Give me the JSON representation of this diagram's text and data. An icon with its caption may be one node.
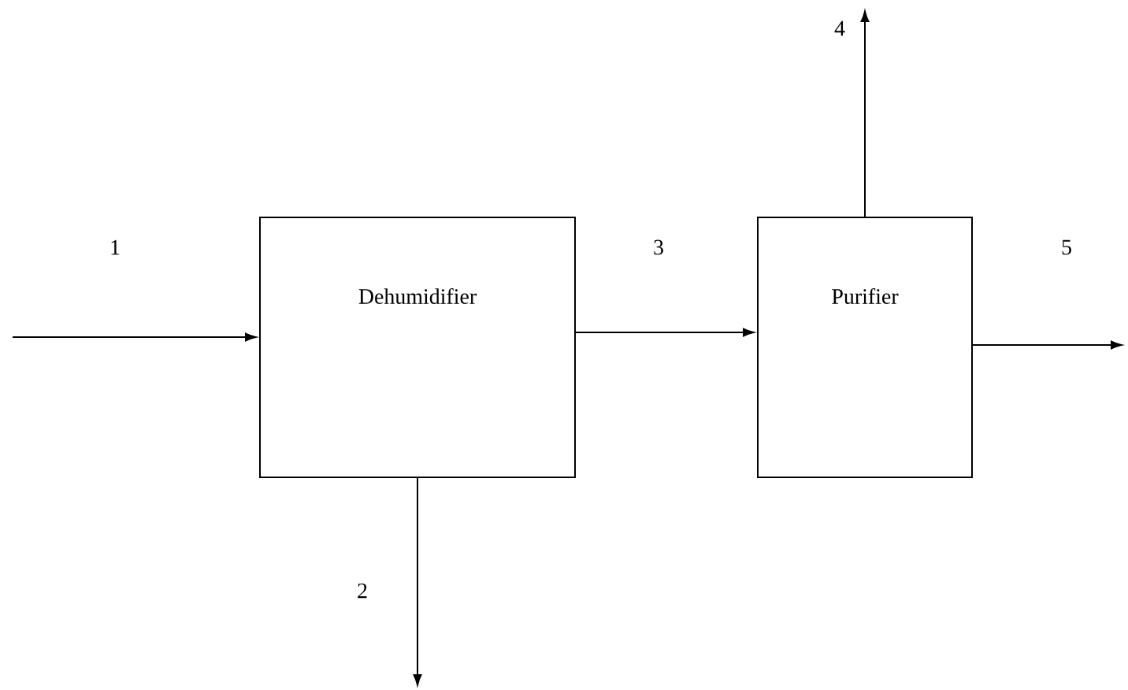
{
  "diagram": {
    "nodes": [
      {
        "text": [
          "Dehumidifier"
        ]
      },
      {
        "text": [
          "Purifier"
        ]
      }
    ],
    "edges": [
      {
        "from": null,
        "to": 0,
        "arrow": "to",
        "label": "1"
      },
      {
        "from": 0,
        "to": null,
        "arrow": "to",
        "label": "2"
      },
      {
        "from": 0,
        "to": 1,
        "arrow": "to",
        "label": "3"
      },
      {
        "from": 1,
        "to": null,
        "arrow": "to",
        "label": "4"
      },
      {
        "from": 1,
        "to": null,
        "arrow": "to",
        "label": "5"
      }
    ]
  }
}
